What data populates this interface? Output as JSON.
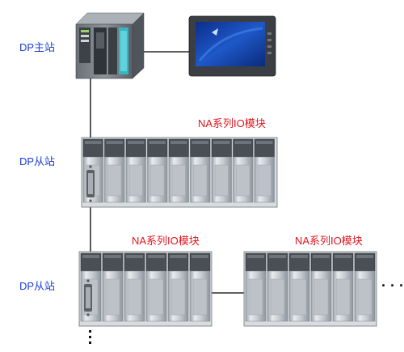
{
  "master": {
    "label": "DP主站"
  },
  "hmi": {
    "logo_text": ""
  },
  "slave1": {
    "label": "DP从站",
    "module_label": "NA系列IO模块"
  },
  "slave2": {
    "label": "DP从站",
    "module_label_left": "NA系列IO模块",
    "module_label_right": "NA系列IO模块"
  },
  "continuation": {
    "horizontal_ellipsis": "· · · ·",
    "vertical_ellipsis": "⋮"
  },
  "colors": {
    "label_blue": "#1a3fd6",
    "label_red": "#e0141e",
    "line": "#000000",
    "module_light": "#c9ced3",
    "module_dark": "#4a4f55",
    "plc_teal": "#34b7c2"
  }
}
